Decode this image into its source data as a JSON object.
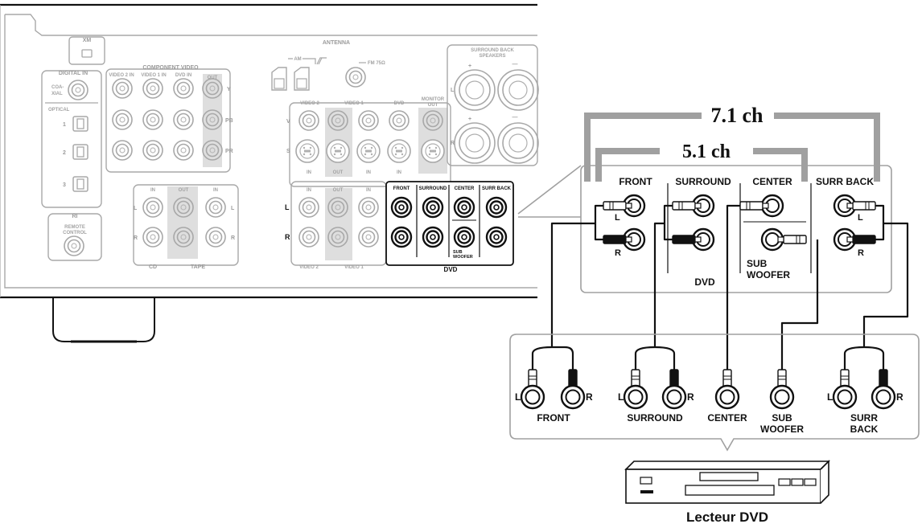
{
  "receiver": {
    "xm": "XM",
    "antenna": "ANTENNA",
    "am": "AM",
    "fm": "FM 75Ω",
    "digital_in": "DIGITAL IN",
    "coaxial_1": "COA-",
    "coaxial_2": "XIAL",
    "optical": "OPTICAL",
    "optical_1": "1",
    "optical_2": "2",
    "optical_3": "3",
    "component_video": "COMPONENT VIDEO",
    "cv_video2_in": "VIDEO 2 IN",
    "cv_video1_in": "VIDEO 1 IN",
    "cv_dvd_in": "DVD IN",
    "cv_out": "OUT",
    "cv_y": "Y",
    "cv_pb": "PB",
    "cv_pr": "PR",
    "remote_ri": "RI",
    "remote_1": "REMOTE",
    "remote_2": "CONTROL",
    "audio_in_1": "IN",
    "audio_out": "OUT",
    "audio_in_2": "IN",
    "cd": "CD",
    "tape": "TAPE",
    "l": "L",
    "r": "R",
    "video2": "VIDEO 2",
    "video1": "VIDEO 1",
    "dvd": "DVD",
    "monitor": "MONITOR",
    "monitor_out": "OUT",
    "v": "V",
    "s": "S",
    "in": "IN",
    "out": "OUT",
    "surr_back_speakers_1": "SURROUND BACK",
    "surr_back_speakers_2": "SPEAKERS",
    "plus": "+",
    "minus": "—",
    "dvd_front": "FRONT",
    "dvd_surround": "SURROUND",
    "dvd_center": "CENTER",
    "dvd_surr_back": "SURR BACK",
    "dvd_sub_1": "SUB",
    "dvd_sub_2": "WOOFER",
    "bottom_dvd": "DVD"
  },
  "zoom": {
    "ch71": "7.1 ch",
    "ch51": "5.1 ch",
    "front": "FRONT",
    "surround": "SURROUND",
    "center": "CENTER",
    "surr_back": "SURR BACK",
    "sub_1": "SUB",
    "sub_2": "WOOFER",
    "dvd": "DVD",
    "l": "L",
    "r": "R"
  },
  "player": {
    "front": "FRONT",
    "surround": "SURROUND",
    "center": "CENTER",
    "sub_1": "SUB",
    "sub_2": "WOOFER",
    "surr_1": "SURR",
    "surr_2": "BACK",
    "l": "L",
    "r": "R",
    "caption": "Lecteur DVD"
  }
}
